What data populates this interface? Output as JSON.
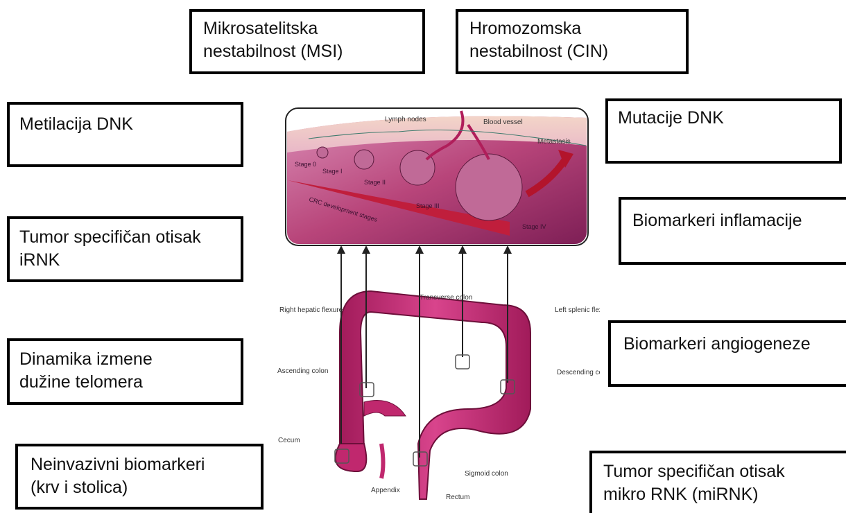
{
  "boxes": {
    "msi": "Mikrosatelitska\nnestabilnost (MSI)",
    "cin": "Hromozomska\nnestabilnost (CIN)",
    "methylation": "Metilacija DNK",
    "mutations": "Mutacije DNK",
    "irnk": "Tumor specifičan otisak\niRNK",
    "inflammation": "Biomarkeri inflamacije",
    "telomere": "Dinamika izmene\ndužine telomera",
    "angiogenesis": "Biomarkeri angiogeneze",
    "noninvasive": "Neinvazivni biomarkeri\n(krv i stolica)",
    "mirna": "Tumor specifičan otisak\nmikro RNK (miRNK)"
  },
  "stages_panel": {
    "lymph_nodes": "Lymph nodes",
    "blood_vessel": "Blood vessel",
    "metastasis": "Metastasis",
    "stage_0": "Stage 0",
    "stage_1": "Stage I",
    "stage_2": "Stage II",
    "stage_3": "Stage III",
    "stage_4": "Stage IV",
    "crc_label": "CRC development stages"
  },
  "colon_labels": {
    "right_flexure": "Right\nhepatic\nflexure",
    "transverse": "Transverse\ncolon",
    "left_flexure": "Left\nsplenic\nflexure",
    "ascending": "Ascending\ncolon",
    "descending": "Descending\ncolon",
    "cecum": "Cecum",
    "sigmoid": "Sigmoid colon",
    "appendix": "Appendix",
    "rectum": "Rectum"
  },
  "colors": {
    "colon": "#c0286e",
    "colon_light": "#e05a98",
    "tissue": "#b8457a",
    "box_border": "#000000"
  }
}
